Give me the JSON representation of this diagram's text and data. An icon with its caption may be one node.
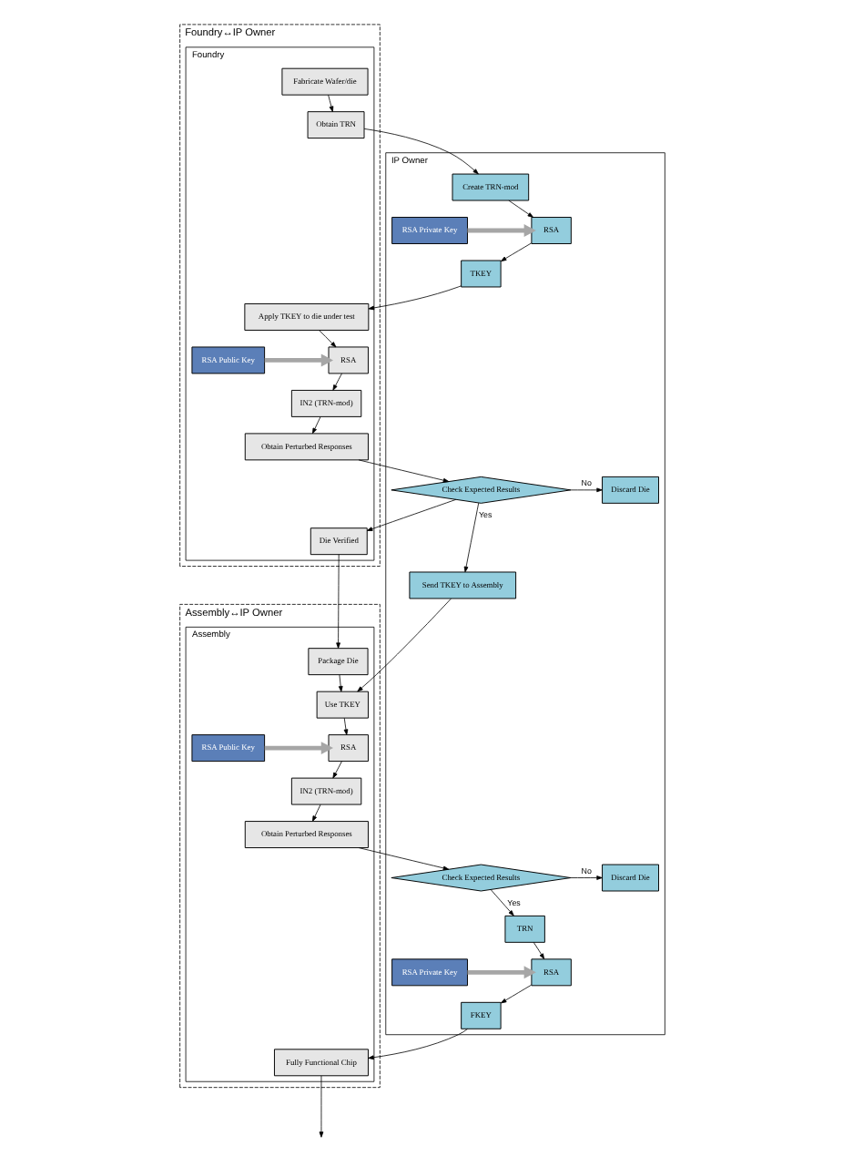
{
  "diagram": {
    "nodes": [
      {
        "text": [
          "Foundry↔IP Owner"
        ]
      },
      {
        "text": [
          "Foundry"
        ],
        "in": 0
      },
      {
        "text": [
          "IP Owner"
        ]
      },
      {
        "text": [
          "Assembly↔IP Owner"
        ]
      },
      {
        "text": [
          "Assembly"
        ],
        "in": 3
      },
      {
        "text": [
          "Fabricate Wafer/die"
        ],
        "in": 1
      },
      {
        "text": [
          "Obtain TRN"
        ],
        "in": 1
      },
      {
        "text": [
          "Apply TKEY to die under test"
        ],
        "in": 1
      },
      {
        "text": [
          "RSA Public Key"
        ],
        "in": 1
      },
      {
        "text": [
          "RSA"
        ],
        "in": 1
      },
      {
        "text": [
          "IN2 (TRN-mod)"
        ],
        "in": 1
      },
      {
        "text": [
          "Obtain Perturbed Responses"
        ],
        "in": 1
      },
      {
        "text": [
          "Die Verified"
        ],
        "in": 1
      },
      {
        "text": [
          "Create TRN-mod"
        ],
        "in": 2
      },
      {
        "text": [
          "RSA"
        ],
        "in": 2
      },
      {
        "text": [
          "RSA Private Key"
        ],
        "in": 2
      },
      {
        "text": [
          "TKEY"
        ],
        "in": 2
      },
      {
        "text": [
          "Check Expected Results"
        ],
        "in": 2
      },
      {
        "text": [
          "Discard Die"
        ],
        "in": 2
      },
      {
        "text": [
          "Send TKEY to Assembly"
        ],
        "in": 2
      },
      {
        "text": [
          "Package Die"
        ],
        "in": 4
      },
      {
        "text": [
          "Use TKEY"
        ],
        "in": 4
      },
      {
        "text": [
          "RSA Public Key"
        ],
        "in": 4
      },
      {
        "text": [
          "RSA"
        ],
        "in": 4
      },
      {
        "text": [
          "IN2 (TRN-mod)"
        ],
        "in": 4
      },
      {
        "text": [
          "Obtain Perturbed Responses"
        ],
        "in": 4
      },
      {
        "text": [
          "Fully Functional Chip"
        ],
        "in": 4
      },
      {
        "text": [
          "Check Expected Results"
        ],
        "in": 2
      },
      {
        "text": [
          "Discard Die"
        ],
        "in": 2
      },
      {
        "text": [
          "TRN"
        ],
        "in": 2
      },
      {
        "text": [
          "RSA"
        ],
        "in": 2
      },
      {
        "text": [
          "RSA Private Key"
        ],
        "in": 2
      },
      {
        "text": [
          "FKEY"
        ],
        "in": 2
      }
    ],
    "edges": [
      {
        "from": 5,
        "to": 6,
        "arrow": "to"
      },
      {
        "from": 6,
        "to": 13,
        "arrow": "to"
      },
      {
        "from": 13,
        "to": 14,
        "arrow": "to"
      },
      {
        "from": 15,
        "to": 14,
        "arrow": "to",
        "style": "thick",
        "color": "#a6a6a6"
      },
      {
        "from": 14,
        "to": 16,
        "arrow": "to"
      },
      {
        "from": 16,
        "to": 7,
        "arrow": "to"
      },
      {
        "from": 7,
        "to": 9,
        "arrow": "to"
      },
      {
        "from": 8,
        "to": 9,
        "arrow": "to",
        "style": "thick",
        "color": "#a6a6a6"
      },
      {
        "from": 9,
        "to": 10,
        "arrow": "to"
      },
      {
        "from": 10,
        "to": 11,
        "arrow": "to"
      },
      {
        "from": 11,
        "to": 17,
        "arrow": "to"
      },
      {
        "from": 17,
        "to": 18,
        "arrow": "to",
        "label": "No"
      },
      {
        "from": 17,
        "to": 19,
        "arrow": "to",
        "label": "Yes"
      },
      {
        "from": 17,
        "to": 12,
        "arrow": "to"
      },
      {
        "from": 12,
        "to": 20,
        "arrow": "to"
      },
      {
        "from": 19,
        "to": 21,
        "arrow": "to"
      },
      {
        "from": 20,
        "to": 21,
        "arrow": "to"
      },
      {
        "from": 21,
        "to": 23,
        "arrow": "to"
      },
      {
        "from": 22,
        "to": 23,
        "arrow": "to",
        "style": "thick",
        "color": "#a6a6a6"
      },
      {
        "from": 23,
        "to": 24,
        "arrow": "to"
      },
      {
        "from": 24,
        "to": 25,
        "arrow": "to"
      },
      {
        "from": 25,
        "to": 27,
        "arrow": "to"
      },
      {
        "from": 27,
        "to": 28,
        "arrow": "to",
        "label": "No"
      },
      {
        "from": 27,
        "to": 29,
        "arrow": "to",
        "label": "Yes"
      },
      {
        "from": 29,
        "to": 30,
        "arrow": "to"
      },
      {
        "from": 31,
        "to": 30,
        "arrow": "to",
        "style": "thick",
        "color": "#a6a6a6"
      },
      {
        "from": 30,
        "to": 32,
        "arrow": "to"
      },
      {
        "from": 32,
        "to": 26,
        "arrow": "to"
      },
      {
        "from": 26,
        "to": null,
        "arrow": "to"
      }
    ]
  }
}
